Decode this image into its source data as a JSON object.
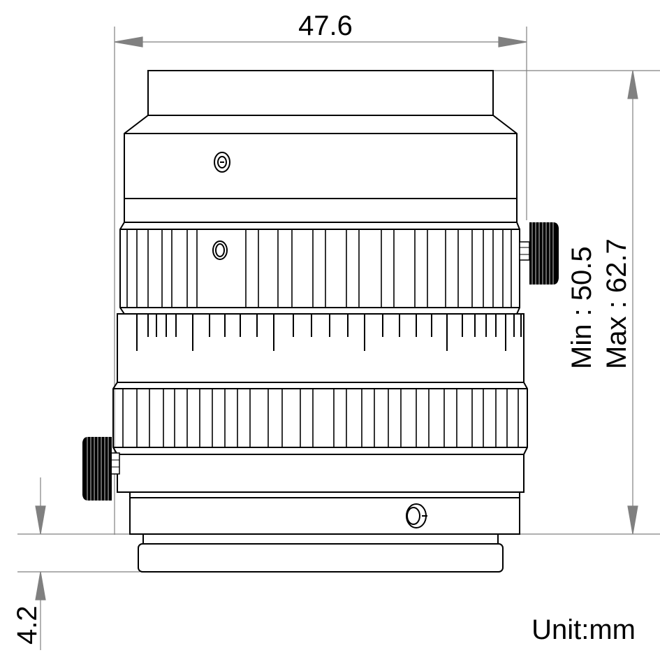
{
  "dimensions": {
    "width": "47.6",
    "min_length": "Min : 50.5",
    "max_length": "Max : 62.7",
    "flange_depth": "4.2"
  },
  "unit_label": "Unit:mm",
  "colors": {
    "line": "#000000",
    "dimension_line": "#808080",
    "background": "#ffffff"
  }
}
